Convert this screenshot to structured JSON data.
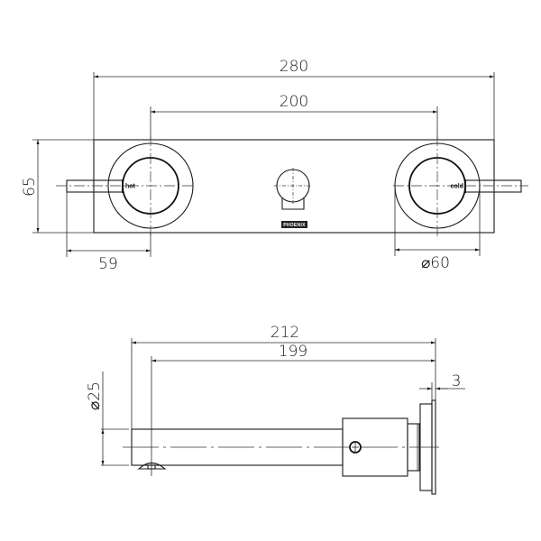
{
  "front_view": {
    "dimensions": {
      "overall_width": "280",
      "handle_spacing": "200",
      "height": "65",
      "lever_offset": "59",
      "cover_plate_diameter": "⌀60"
    },
    "labels": {
      "hot": "hot",
      "cold": "cold",
      "logo": "PHOENIX"
    }
  },
  "side_view": {
    "dimensions": {
      "overall_length": "212",
      "spout_length": "199",
      "spout_diameter": "⌀25",
      "plate_thickness": "3"
    }
  },
  "colors": {
    "line": "#1a1a1a",
    "background": "#ffffff"
  }
}
